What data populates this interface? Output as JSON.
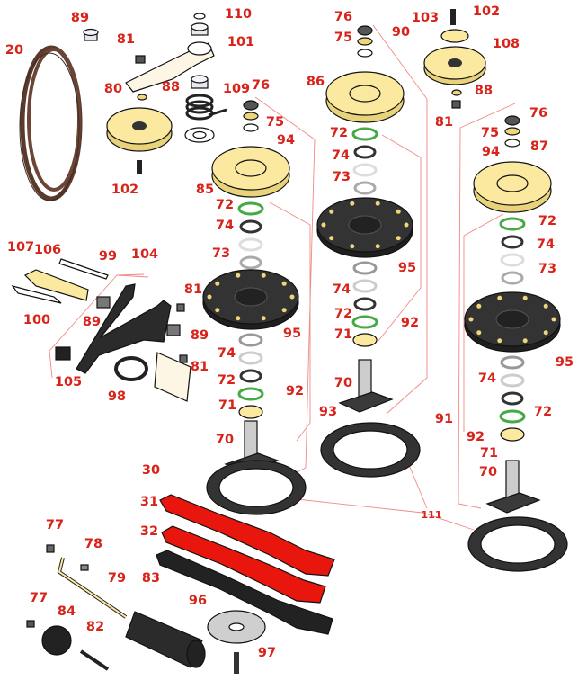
{
  "title": "Deck spindle and idler exploded parts diagram",
  "colors": {
    "label": "#d8231a",
    "leader": "#f08a84",
    "pulley": "#fbe9a0",
    "blade": "#e8160c",
    "housing": "#2f2f2f",
    "belt": "#5a3a2c"
  },
  "callouts": [
    "89",
    "20",
    "81",
    "110",
    "101",
    "80",
    "88",
    "109",
    "76",
    "75",
    "94",
    "102",
    "85",
    "72",
    "74",
    "73",
    "107",
    "106",
    "99",
    "104",
    "100",
    "89",
    "81",
    "89",
    "81",
    "95",
    "105",
    "98",
    "74",
    "72",
    "71",
    "92",
    "93",
    "70",
    "30",
    "31",
    "32",
    "77",
    "78",
    "79",
    "83",
    "77",
    "84",
    "82",
    "96",
    "97",
    "111",
    "76",
    "75",
    "90",
    "86",
    "72",
    "74",
    "73",
    "95",
    "74",
    "72",
    "92",
    "71",
    "70",
    "103",
    "102",
    "108",
    "88",
    "81",
    "76",
    "75",
    "94",
    "87",
    "72",
    "74",
    "73",
    "95",
    "74",
    "72",
    "91",
    "92",
    "71",
    "70"
  ]
}
